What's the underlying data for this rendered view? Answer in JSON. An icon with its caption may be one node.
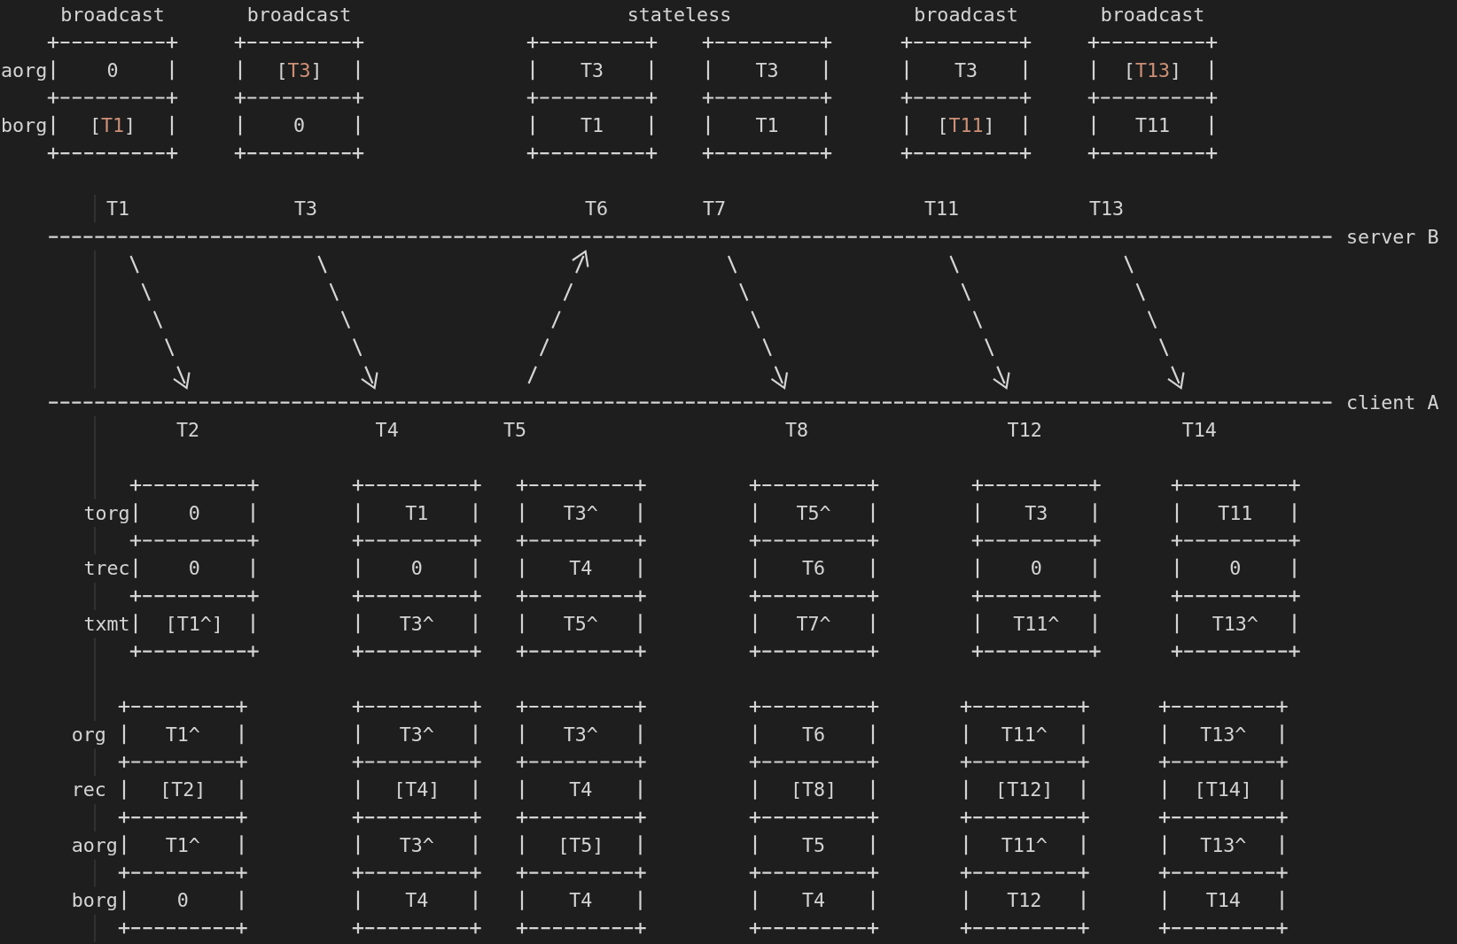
{
  "diagram": {
    "nodes": [
      {
        "text": [
          "broadcast"
        ]
      },
      {
        "text": [
          "0"
        ],
        "in": 0,
        "beside": [
          "aorg"
        ]
      },
      {
        "text": [
          "[*T1*]"
        ],
        "in": 0,
        "beside": [
          "borg"
        ]
      },
      {
        "text": [
          "broadcast"
        ]
      },
      {
        "text": [
          "[*T3*]"
        ],
        "in": 3
      },
      {
        "text": [
          "0"
        ],
        "in": 3
      },
      {
        "text": [
          "stateless"
        ]
      },
      {
        "text": [],
        "shape": "box",
        "in": 6
      },
      {
        "text": [
          "T3"
        ],
        "in": 7
      },
      {
        "text": [
          "T1"
        ],
        "in": 7
      },
      {
        "text": [],
        "shape": "box",
        "in": 6
      },
      {
        "text": [
          "T3"
        ],
        "in": 10
      },
      {
        "text": [
          "T1"
        ],
        "in": 10
      },
      {
        "text": [
          "broadcast"
        ]
      },
      {
        "text": [
          "T3"
        ],
        "in": 13
      },
      {
        "text": [
          "[*T11*]"
        ],
        "in": 13
      },
      {
        "text": [
          "broadcast"
        ]
      },
      {
        "text": [
          "[*T13*]"
        ],
        "in": 16
      },
      {
        "text": [
          "T11"
        ],
        "in": 16
      },
      {
        "text": [
          "server B"
        ]
      },
      {
        "text": [
          "client A"
        ]
      },
      {
        "text": [],
        "shape": "box"
      },
      {
        "text": [
          "0"
        ],
        "in": 21,
        "beside": [
          "torg"
        ]
      },
      {
        "text": [
          "0"
        ],
        "in": 21,
        "beside": [
          "trec"
        ]
      },
      {
        "text": [
          "[T1^]"
        ],
        "in": 21,
        "beside": [
          "txmt"
        ]
      },
      {
        "text": [],
        "shape": "box"
      },
      {
        "text": [
          "T1"
        ],
        "in": 25
      },
      {
        "text": [
          "0"
        ],
        "in": 25
      },
      {
        "text": [
          "T3^"
        ],
        "in": 25
      },
      {
        "text": [],
        "shape": "box"
      },
      {
        "text": [
          "T3^"
        ],
        "in": 29
      },
      {
        "text": [
          "T4"
        ],
        "in": 29
      },
      {
        "text": [
          "T5^"
        ],
        "in": 29
      },
      {
        "text": [],
        "shape": "box"
      },
      {
        "text": [
          "T5^"
        ],
        "in": 33
      },
      {
        "text": [
          "T6"
        ],
        "in": 33
      },
      {
        "text": [
          "T7^"
        ],
        "in": 33
      },
      {
        "text": [],
        "shape": "box"
      },
      {
        "text": [
          "T3"
        ],
        "in": 37
      },
      {
        "text": [
          "0"
        ],
        "in": 37
      },
      {
        "text": [
          "T11^"
        ],
        "in": 37
      },
      {
        "text": [],
        "shape": "box"
      },
      {
        "text": [
          "T11"
        ],
        "in": 41
      },
      {
        "text": [
          "0"
        ],
        "in": 41
      },
      {
        "text": [
          "T13^"
        ],
        "in": 41
      },
      {
        "text": [],
        "shape": "box"
      },
      {
        "text": [
          "T1^"
        ],
        "in": 45,
        "beside": [
          "org"
        ]
      },
      {
        "text": [
          "[T2]"
        ],
        "in": 45,
        "beside": [
          "rec"
        ]
      },
      {
        "text": [
          "T1^"
        ],
        "in": 45,
        "beside": [
          "aorg"
        ]
      },
      {
        "text": [
          "0"
        ],
        "in": 45,
        "beside": [
          "borg"
        ]
      },
      {
        "text": [],
        "shape": "box"
      },
      {
        "text": [
          "T3^"
        ],
        "in": 50
      },
      {
        "text": [
          "[T4]"
        ],
        "in": 50
      },
      {
        "text": [
          "T3^"
        ],
        "in": 50
      },
      {
        "text": [
          "T4"
        ],
        "in": 50
      },
      {
        "text": [],
        "shape": "box"
      },
      {
        "text": [
          "T3^"
        ],
        "in": 55
      },
      {
        "text": [
          "T4"
        ],
        "in": 55
      },
      {
        "text": [
          "[T5]"
        ],
        "in": 55
      },
      {
        "text": [
          "T4"
        ],
        "in": 55
      },
      {
        "text": [],
        "shape": "box"
      },
      {
        "text": [
          "T6"
        ],
        "in": 60
      },
      {
        "text": [
          "[T8]"
        ],
        "in": 60
      },
      {
        "text": [
          "T5"
        ],
        "in": 60
      },
      {
        "text": [
          "T4"
        ],
        "in": 60
      },
      {
        "text": [],
        "shape": "box"
      },
      {
        "text": [
          "T11^"
        ],
        "in": 65
      },
      {
        "text": [
          "[T12]"
        ],
        "in": 65
      },
      {
        "text": [
          "T11^"
        ],
        "in": 65
      },
      {
        "text": [
          "T12"
        ],
        "in": 65
      },
      {
        "text": [],
        "shape": "box"
      },
      {
        "text": [
          "T13^"
        ],
        "in": 70
      },
      {
        "text": [
          "[T14]"
        ],
        "in": 70
      },
      {
        "text": [
          "T13^"
        ],
        "in": 70
      },
      {
        "text": [
          "T14"
        ],
        "in": 70
      }
    ],
    "edges": [
      {
        "from": 19,
        "to": 20,
        "arrow": "to"
      },
      {
        "from": 19,
        "to": 20,
        "arrow": "to"
      },
      {
        "from": 20,
        "to": 19,
        "arrow": "to"
      },
      {
        "from": 19,
        "to": 20,
        "arrow": "to"
      },
      {
        "from": 19,
        "to": 20,
        "arrow": "to"
      },
      {
        "from": 19,
        "to": 20,
        "arrow": "to"
      }
    ],
    "labels": [
      "T1",
      "T3",
      "T6",
      "T7",
      "T11",
      "T13",
      "T2",
      "T4",
      "T5",
      "T8",
      "T12",
      "T14"
    ]
  }
}
